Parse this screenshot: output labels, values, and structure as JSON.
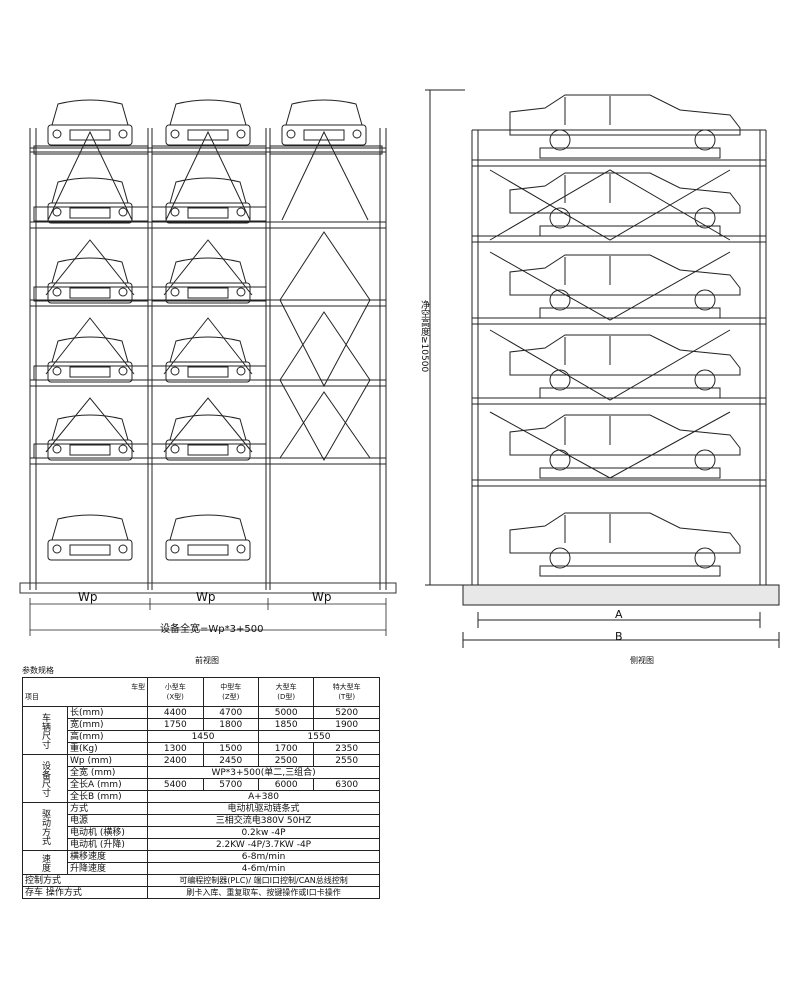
{
  "front": {
    "wp_labels": [
      "Wp",
      "Wp",
      "Wp"
    ],
    "total_width": "设备全宽=Wp*3+500",
    "caption": "前视图"
  },
  "side": {
    "height_label": "净空高度≥10500",
    "dim_a": "A",
    "dim_b": "B",
    "caption": "侧视图"
  },
  "table": {
    "title": "参数规格",
    "header": {
      "corner_top": "车型",
      "corner_bottom": "项目",
      "cols": [
        "小型车\n(X型)",
        "中型车\n(Z型)",
        "大型车\n(D型)",
        "特大型车\n(T型)"
      ]
    },
    "group_dim": "车辆尺寸",
    "rows_dim": [
      {
        "label": "长(mm)",
        "vals": [
          "4400",
          "4700",
          "5000",
          "5200"
        ]
      },
      {
        "label": "宽(mm)",
        "vals": [
          "1750",
          "1800",
          "1850",
          "1900"
        ]
      },
      {
        "label": "高(mm)",
        "merged": [
          "1450",
          "1550"
        ]
      },
      {
        "label": "重(Kg)",
        "vals": [
          "1300",
          "1500",
          "1700",
          "2350"
        ]
      }
    ],
    "group_equip": "设备尺寸",
    "rows_equip": [
      {
        "label": "Wp (mm)",
        "vals": [
          "2400",
          "2450",
          "2500",
          "2550"
        ]
      },
      {
        "label": "全宽 (mm)",
        "span": "WP*3+500(单二,三组合)"
      },
      {
        "label": "全长A (mm)",
        "vals": [
          "5400",
          "5700",
          "6000",
          "6300"
        ]
      },
      {
        "label": "全长B (mm)",
        "span": "A+380"
      }
    ],
    "group_drive": "驱动方式",
    "rows_drive": [
      {
        "label": "方式",
        "span": "电动机驱动链条式"
      },
      {
        "label": "电源",
        "span": "三相交流电380V   50HZ"
      },
      {
        "label": "电动机 (横移)",
        "span": "0.2kw -4P"
      },
      {
        "label": "电动机 (升降)",
        "span": "2.2KW -4P/3.7KW -4P"
      }
    ],
    "group_speed": "速度",
    "rows_speed": [
      {
        "label": "横移速度",
        "span": "6-8m/min"
      },
      {
        "label": "升降速度",
        "span": "4-6m/min"
      }
    ],
    "rows_ctrl": [
      {
        "label": "控制方式",
        "span": "可编程控制器(PLC)/ 端口I口控制/CAN总线控制"
      },
      {
        "label": "存车  操作方式",
        "span": "刷卡入库、重复取车、按键操作或I口卡操作"
      }
    ]
  }
}
